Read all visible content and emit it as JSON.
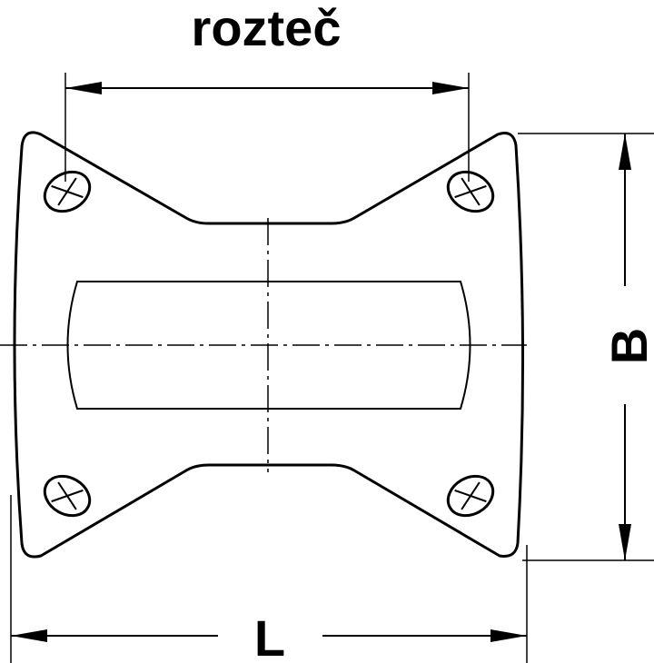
{
  "labels": {
    "pitch": "rozteč",
    "width_b": "B",
    "length_l": "L"
  },
  "colors": {
    "line": "#000000",
    "background": "#ffffff"
  }
}
